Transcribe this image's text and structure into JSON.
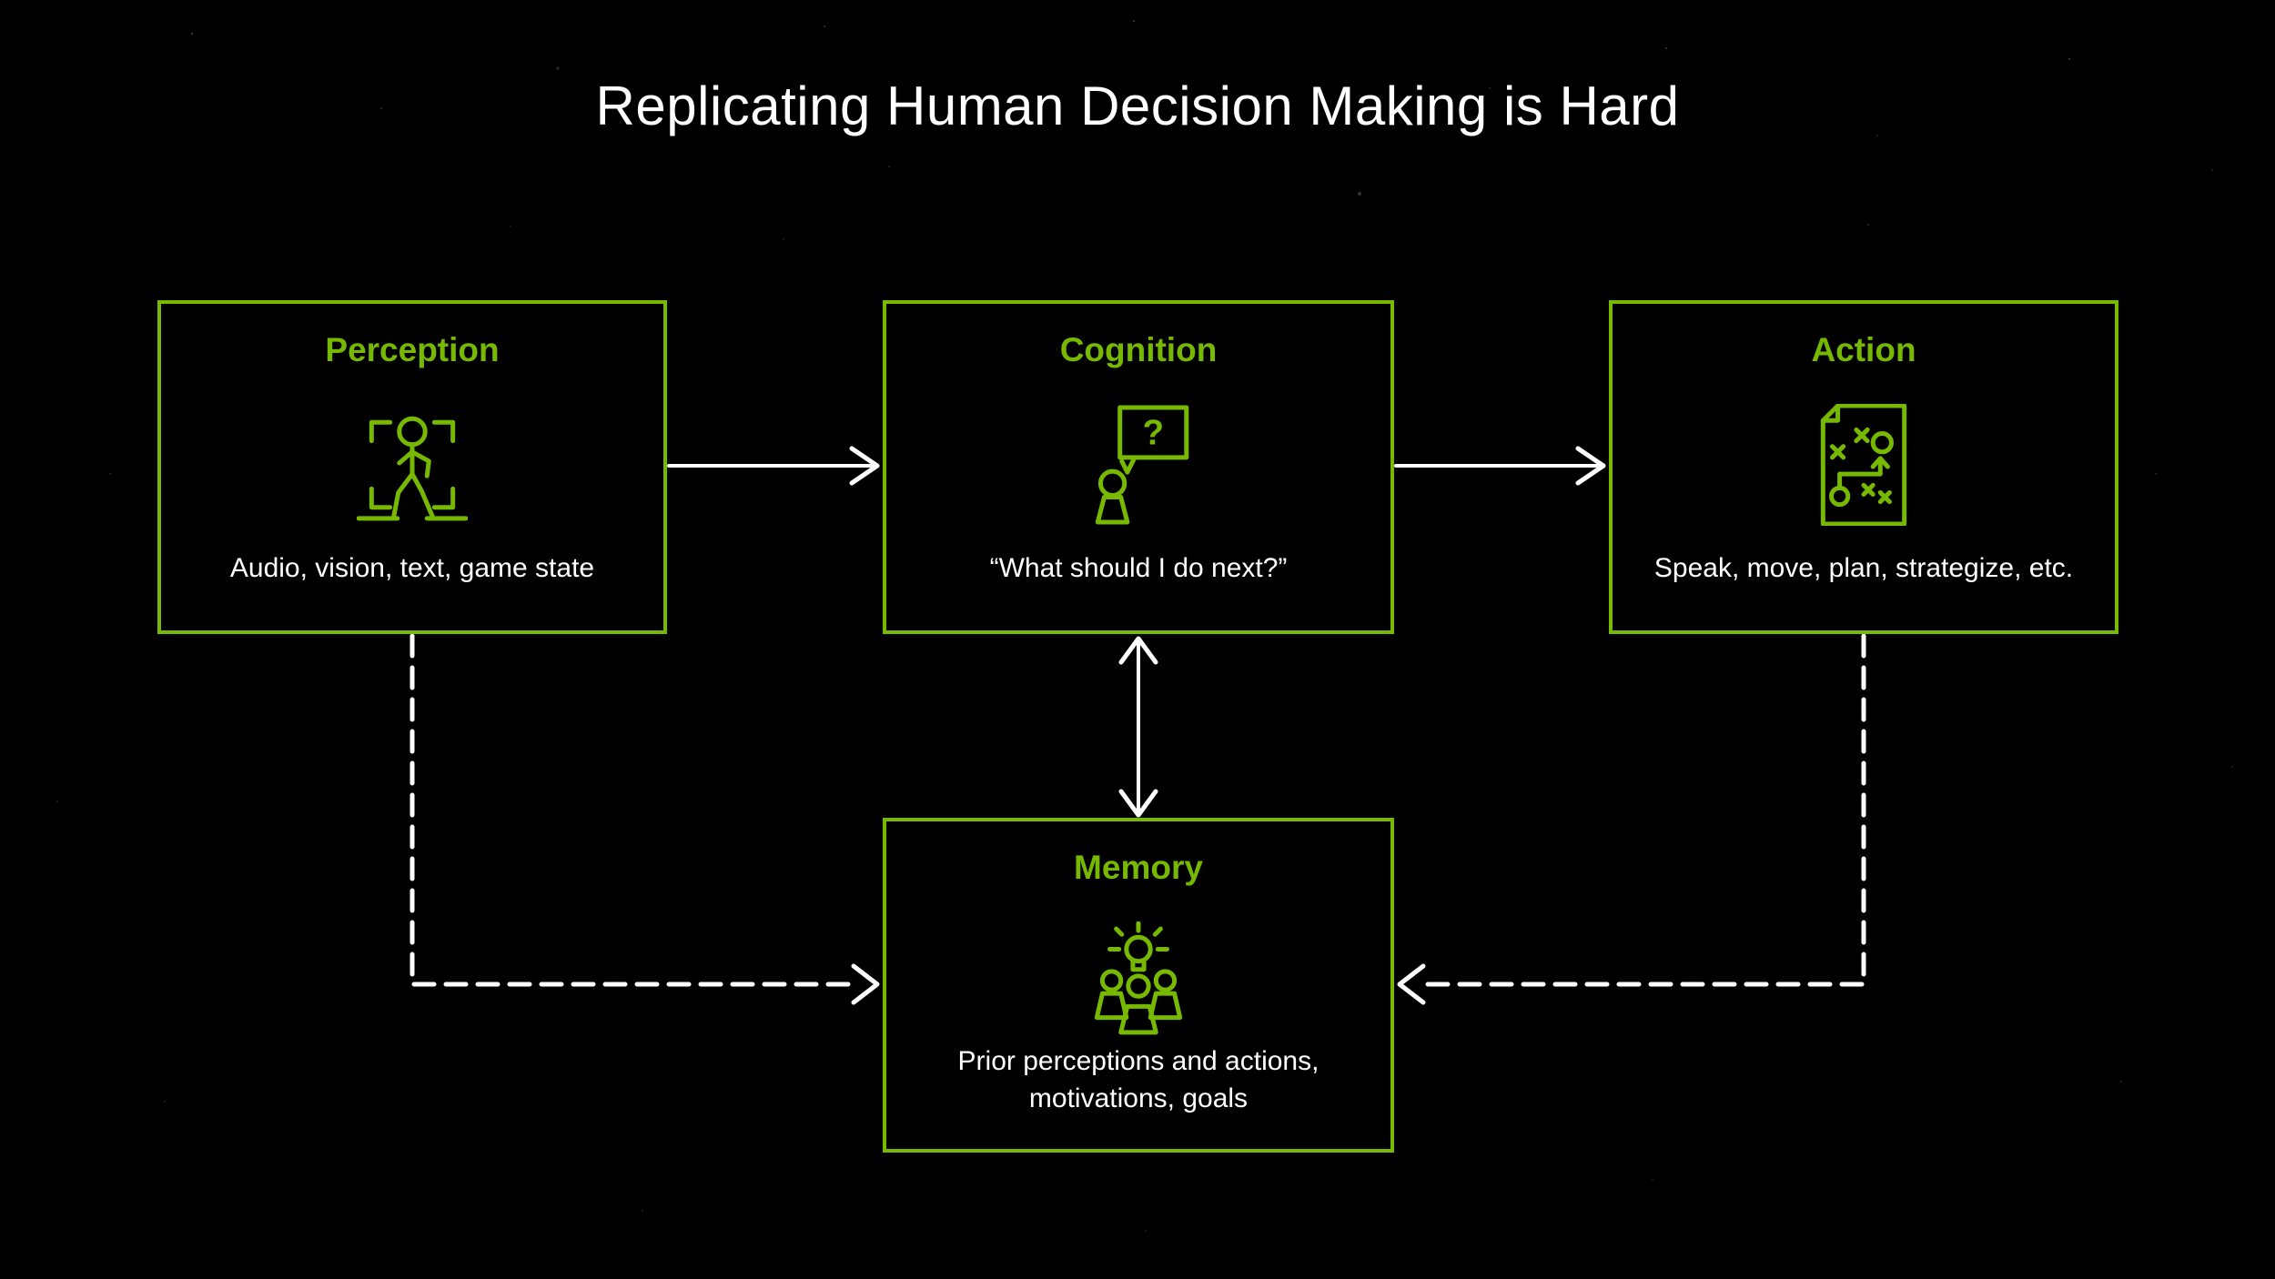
{
  "title": "Replicating Human Decision Making is Hard",
  "colors": {
    "background": "#000000",
    "accent_green": "#76b900",
    "text_white": "#ffffff"
  },
  "boxes": [
    {
      "key": "perception",
      "title": "Perception",
      "icon": "walking-person-detection-icon",
      "description": "Audio, vision, text, game state"
    },
    {
      "key": "cognition",
      "title": "Cognition",
      "icon": "question-speech-bubble-person-icon",
      "bubble_question_mark": "?",
      "description": "“What should I do next?”"
    },
    {
      "key": "action",
      "title": "Action",
      "icon": "strategy-playbook-document-icon",
      "description": "Speak, move, plan, strategize, etc."
    },
    {
      "key": "memory",
      "title": "Memory",
      "icon": "team-lightbulb-idea-icon",
      "description_lines": [
        "Prior perceptions and actions,",
        "motivations, goals"
      ]
    }
  ],
  "connectors": [
    {
      "from": "Perception",
      "to": "Cognition",
      "style": "solid-arrow"
    },
    {
      "from": "Cognition",
      "to": "Action",
      "style": "solid-arrow"
    },
    {
      "from": "Cognition",
      "to": "Memory",
      "style": "double-headed-arrow"
    },
    {
      "from": "Perception",
      "to": "Memory",
      "style": "dashed-arrow"
    },
    {
      "from": "Action",
      "to": "Memory",
      "style": "dashed-arrow"
    }
  ]
}
